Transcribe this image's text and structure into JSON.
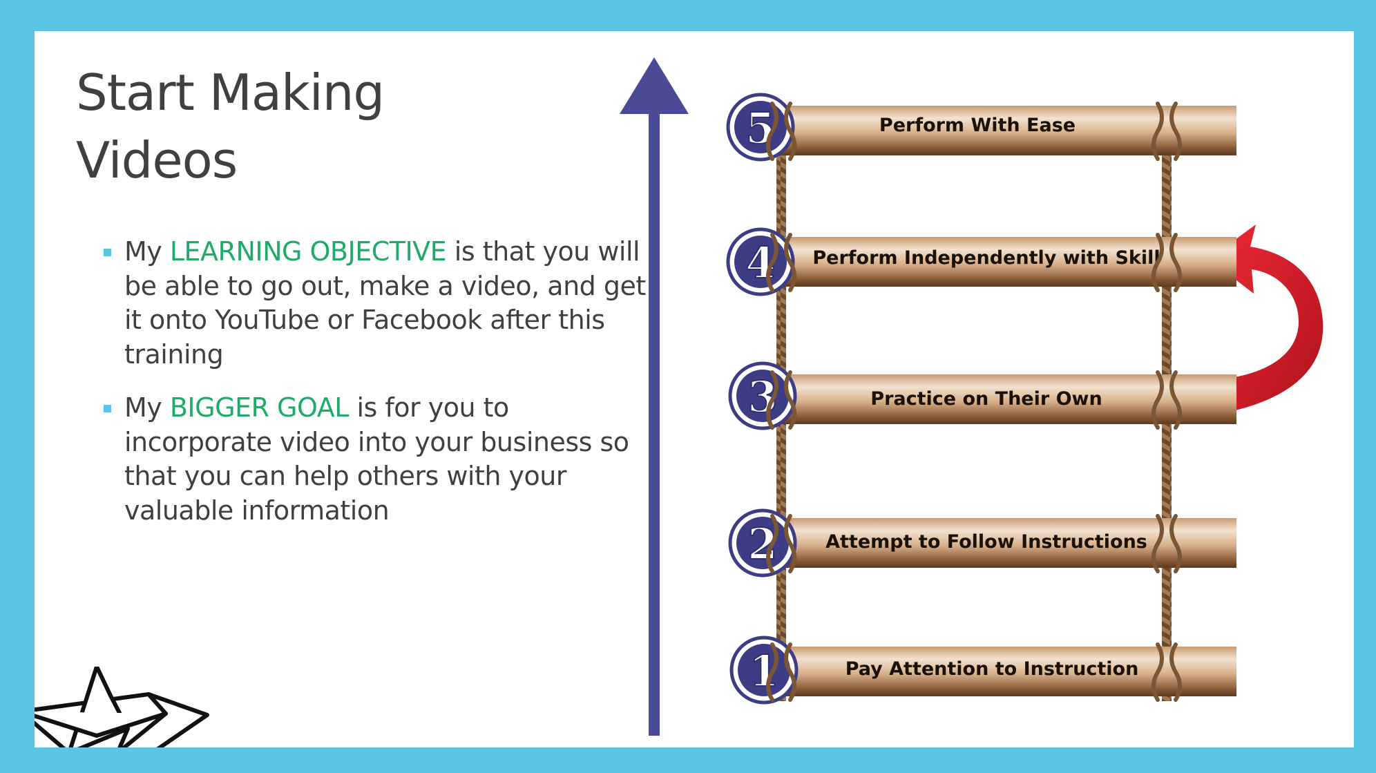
{
  "slide": {
    "title_line1": "Start Making",
    "title_line2": "Videos",
    "bullets": [
      {
        "pre": "My ",
        "highlight": "LEARNING OBJECTIVE",
        "post": " is that you will be able to go out, make a video, and get it onto YouTube or Facebook after this training"
      },
      {
        "pre": "My ",
        "highlight": "BIGGER GOAL",
        "post": " is for you to incorporate video into your business so that you can help others with your valuable information"
      }
    ]
  },
  "ladder": {
    "steps": [
      {
        "number": "5",
        "label": "Perform With Ease"
      },
      {
        "number": "4",
        "label": "Perform Independently with Skill"
      },
      {
        "number": "3",
        "label": "Practice on Their Own"
      },
      {
        "number": "2",
        "label": "Attempt to Follow Instructions"
      },
      {
        "number": "1",
        "label": "Pay Attention to Instruction"
      }
    ]
  },
  "colors": {
    "frame": "#5bc6e3",
    "highlight": "#1faa6a",
    "arrow": "#4a4a96",
    "curved_arrow": "#d81e2b",
    "plank": "#9a6a45",
    "badge": "#3d3d85"
  },
  "icons": [
    "up-arrow-icon",
    "curved-arrow-icon",
    "paper-boat-icon"
  ]
}
